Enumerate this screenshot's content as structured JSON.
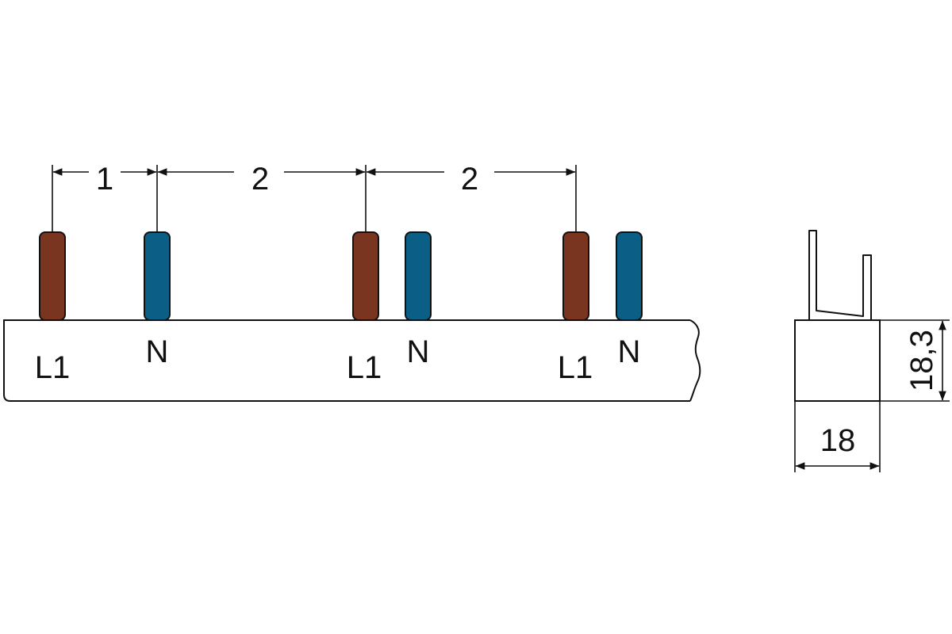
{
  "colors": {
    "line": "#111111",
    "background": "#ffffff",
    "pin_l1": "#7a3520",
    "pin_n": "#0b5f86"
  },
  "front_view": {
    "pins": [
      {
        "label": "L1",
        "phase": "l1"
      },
      {
        "label": "N",
        "phase": "n"
      },
      {
        "label": "L1",
        "phase": "l1"
      },
      {
        "label": "N",
        "phase": "n"
      },
      {
        "label": "L1",
        "phase": "l1"
      },
      {
        "label": "N",
        "phase": "n"
      }
    ],
    "spacing_dimensions": [
      "1",
      "2",
      "2"
    ]
  },
  "side_view": {
    "height_dimension": "18,3",
    "width_dimension": "18"
  }
}
